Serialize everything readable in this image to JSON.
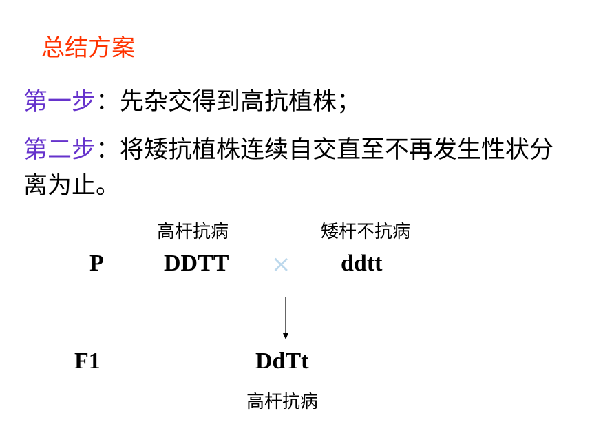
{
  "title": "总结方案",
  "step1": {
    "label": "第一步",
    "text": "：先杂交得到高抗植株；"
  },
  "step2": {
    "label": "第二步",
    "text": "：将矮抗植株连续自交直至不再发生性状分离为止。"
  },
  "cross_diagram": {
    "parent_label": "P",
    "parent1_phenotype": "高杆抗病",
    "parent1_genotype": "DDTT",
    "cross_symbol": "×",
    "parent2_phenotype": "矮杆不抗病",
    "parent2_genotype": "ddtt",
    "f1_label": "F1",
    "f1_genotype": "DdTt",
    "f1_phenotype": "高杆抗病"
  },
  "colors": {
    "title": "#ff3300",
    "step_label": "#6633cc",
    "cross_symbol": "#bcd8ec",
    "text": "#000000"
  }
}
